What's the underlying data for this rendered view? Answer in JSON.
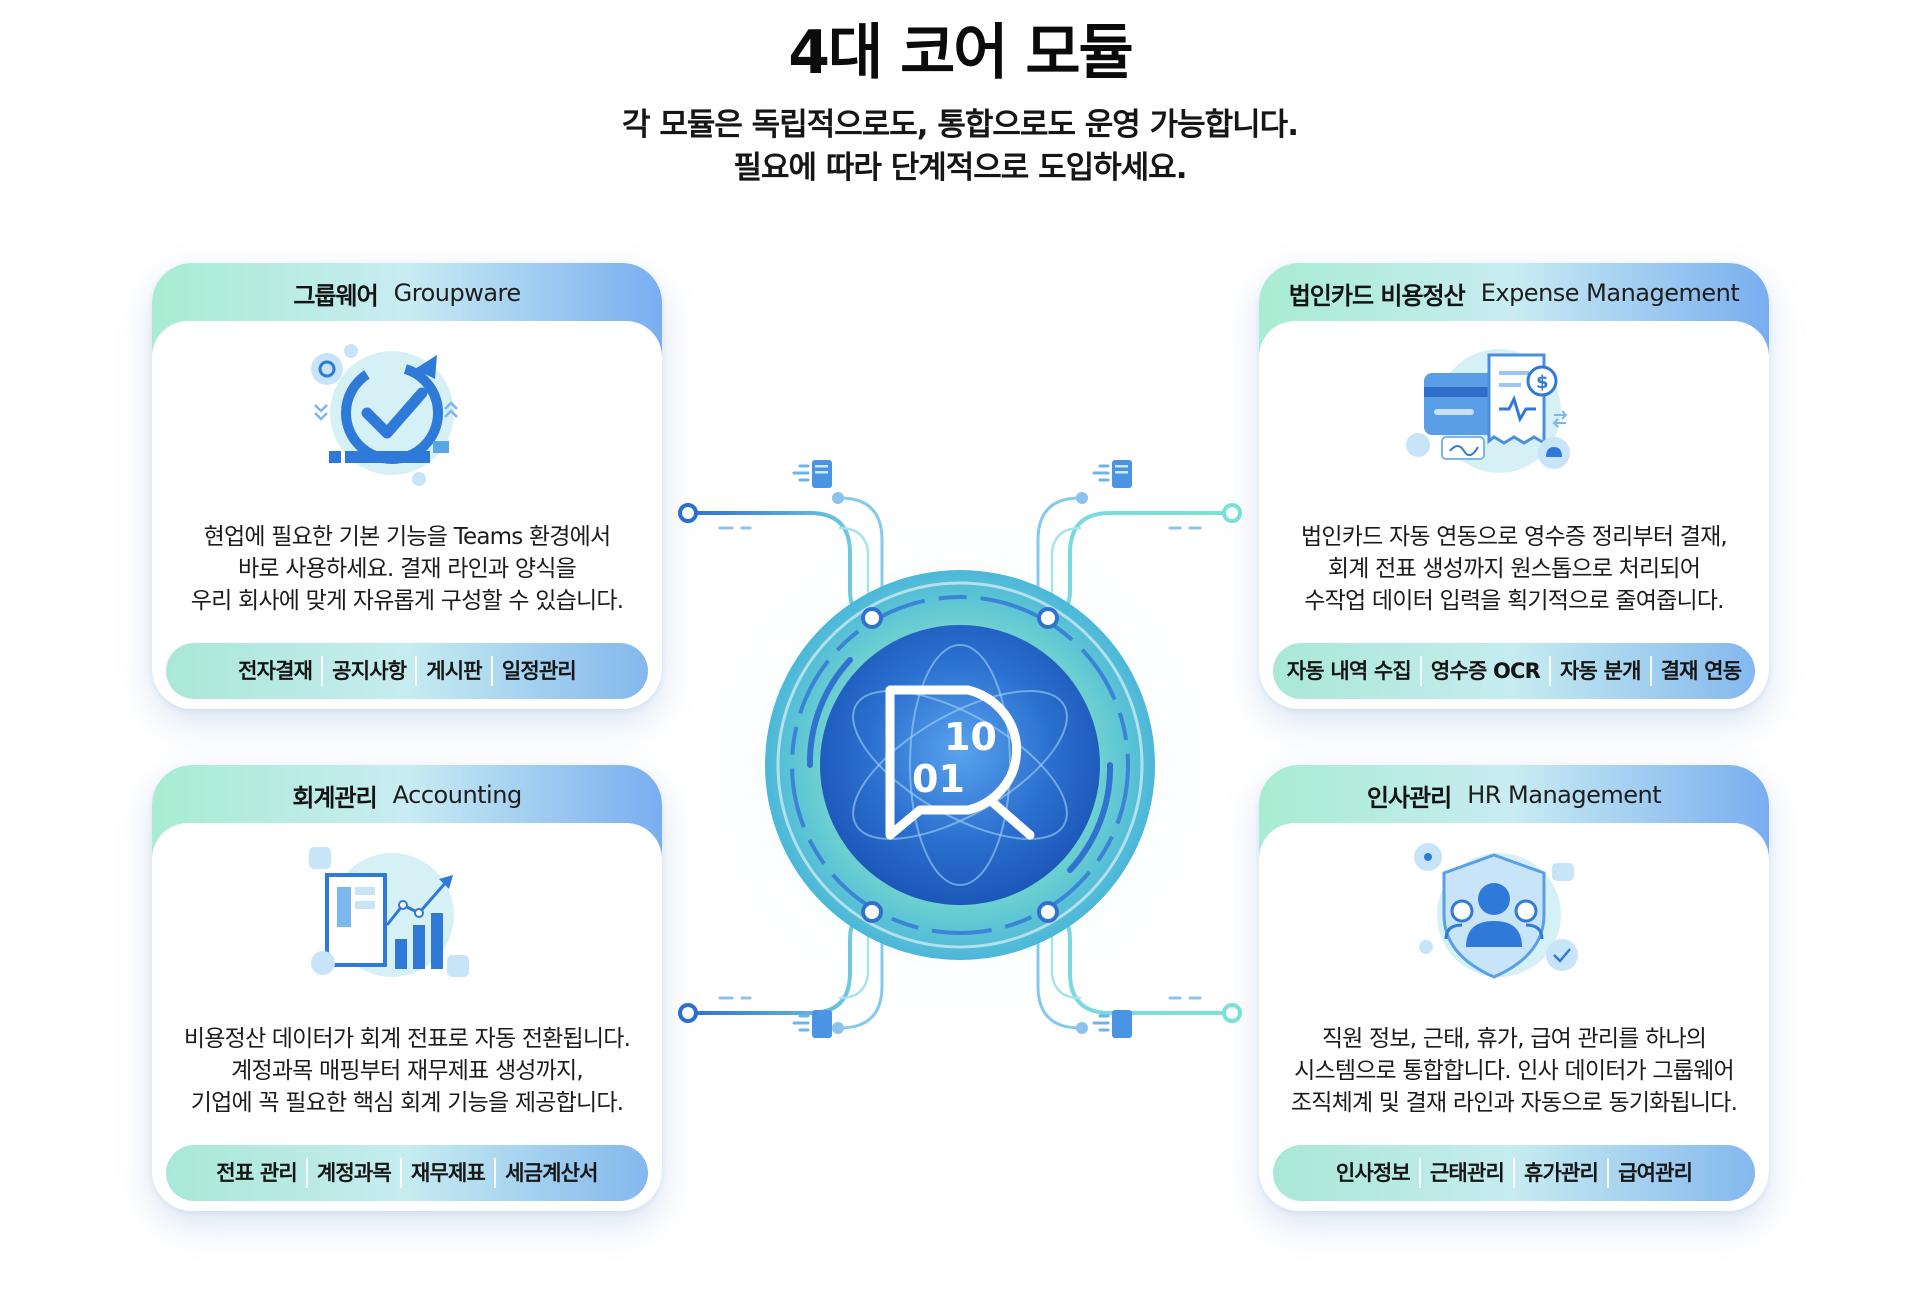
{
  "header": {
    "title": "4대 코어 모듈",
    "subtitle_line1": "각 모듈은 독립적으로도, 통합으로도 운영 가능합니다.",
    "subtitle_line2": "필요에 따라 단계적으로 도입하세요."
  },
  "modules": {
    "groupware": {
      "title_ko": "그룹웨어",
      "title_en": "Groupware",
      "icon": "refresh-check-icon",
      "desc": [
        "현업에 필요한 기본 기능을 Teams 환경에서",
        "바로 사용하세요. 결재 라인과 양식을",
        "우리 회사에 맞게 자유롭게 구성할 수 있습니다."
      ],
      "tags": [
        "전자결재",
        "공지사항",
        "게시판",
        "일정관리"
      ]
    },
    "expense": {
      "title_ko": "법인카드 비용정산",
      "title_en": "Expense Management",
      "icon": "card-receipt-icon",
      "desc": [
        "법인카드 자동 연동으로 영수증 정리부터 결재,",
        "회계 전표 생성까지 원스톱으로 처리되어",
        "수작업 데이터 입력을 획기적으로 줄여줍니다."
      ],
      "tags": [
        "자동 내역 수집",
        "영수증 OCR",
        "자동 분개",
        "결재 연동"
      ]
    },
    "accounting": {
      "title_ko": "회계관리",
      "title_en": "Accounting",
      "icon": "ledger-chart-icon",
      "desc": [
        "비용정산 데이터가 회계 전표로 자동 전환됩니다.",
        "계정과목 매핑부터 재무제표 생성까지,",
        "기업에 꼭 필요한 핵심 회계 기능을 제공합니다."
      ],
      "tags": [
        "전표 관리",
        "계정과목",
        "재무제표",
        "세금계산서"
      ]
    },
    "hr": {
      "title_ko": "인사관리",
      "title_en": "HR Management",
      "icon": "people-shield-icon",
      "desc": [
        "직원 정보, 근태, 휴가, 급여 관리를 하나의",
        "시스템으로 통합합니다. 인사 데이터가 그룹웨어",
        "조직체계 및 결재 라인과 자동으로 동기화됩니다."
      ],
      "tags": [
        "인사정보",
        "근태관리",
        "휴가관리",
        "급여관리"
      ]
    }
  },
  "hub": {
    "logo_digits_top": "10",
    "logo_digits_bottom": "01",
    "logo_icon": "d-chat-logo-icon",
    "connector_icon": "document-icon"
  },
  "colors": {
    "mint": "#a8ecd2",
    "sky": "#79aef0",
    "deep_blue": "#1e62c4",
    "teal": "#48c9b0"
  }
}
